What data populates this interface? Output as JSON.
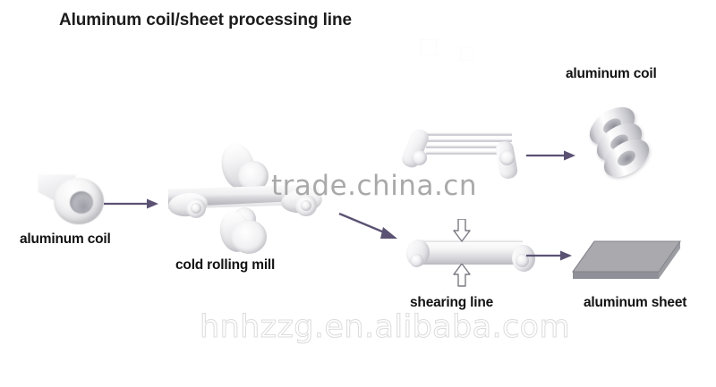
{
  "title": "Aluminum coil/sheet processing line",
  "colors": {
    "arrow_purple": "#5b5273",
    "title_text": "#1c1c1c",
    "label_text": "#121212",
    "metal_light": "#f4f4f5",
    "metal_mid": "#cfcfd5",
    "metal_dark": "#8f8f97",
    "sheet_gray": "#a9a9ae",
    "watermark_gray": "#9b9b9b",
    "watermark_outline": "#dcdcdc",
    "background": "#ffffff"
  },
  "nodes": [
    {
      "id": "input-coil",
      "label": "aluminum coil",
      "icon": "coil-torus-icon"
    },
    {
      "id": "cold-rolling",
      "label": "cold rolling mill",
      "icon": "rolling-mill-icon"
    },
    {
      "id": "slitting-line",
      "label": "",
      "icon": "slitting-line-icon"
    },
    {
      "id": "output-coil",
      "label": "aluminum coil",
      "icon": "coil-stack-icon"
    },
    {
      "id": "shearing-line",
      "label": "shearing line",
      "icon": "shearing-line-icon"
    },
    {
      "id": "output-sheet",
      "label": "aluminum sheet",
      "icon": "sheet-slab-icon"
    }
  ],
  "flow": [
    {
      "from": "input-coil",
      "to": "cold-rolling",
      "direction": "right"
    },
    {
      "from": "cold-rolling",
      "to": "shearing-line",
      "direction": "down-right"
    },
    {
      "from": "slitting-line",
      "to": "output-coil",
      "direction": "right"
    },
    {
      "from": "shearing-line",
      "to": "output-sheet",
      "direction": "right"
    }
  ],
  "labels": {
    "input_coil": "aluminum coil",
    "cold_rolling_mill": "cold rolling mill",
    "output_coil": "aluminum coil",
    "shearing_line": "shearing line",
    "output_sheet": "aluminum sheet"
  },
  "watermarks": {
    "center": "trade.china.cn",
    "bottom": "hnhzzg.en.alibaba.com"
  }
}
